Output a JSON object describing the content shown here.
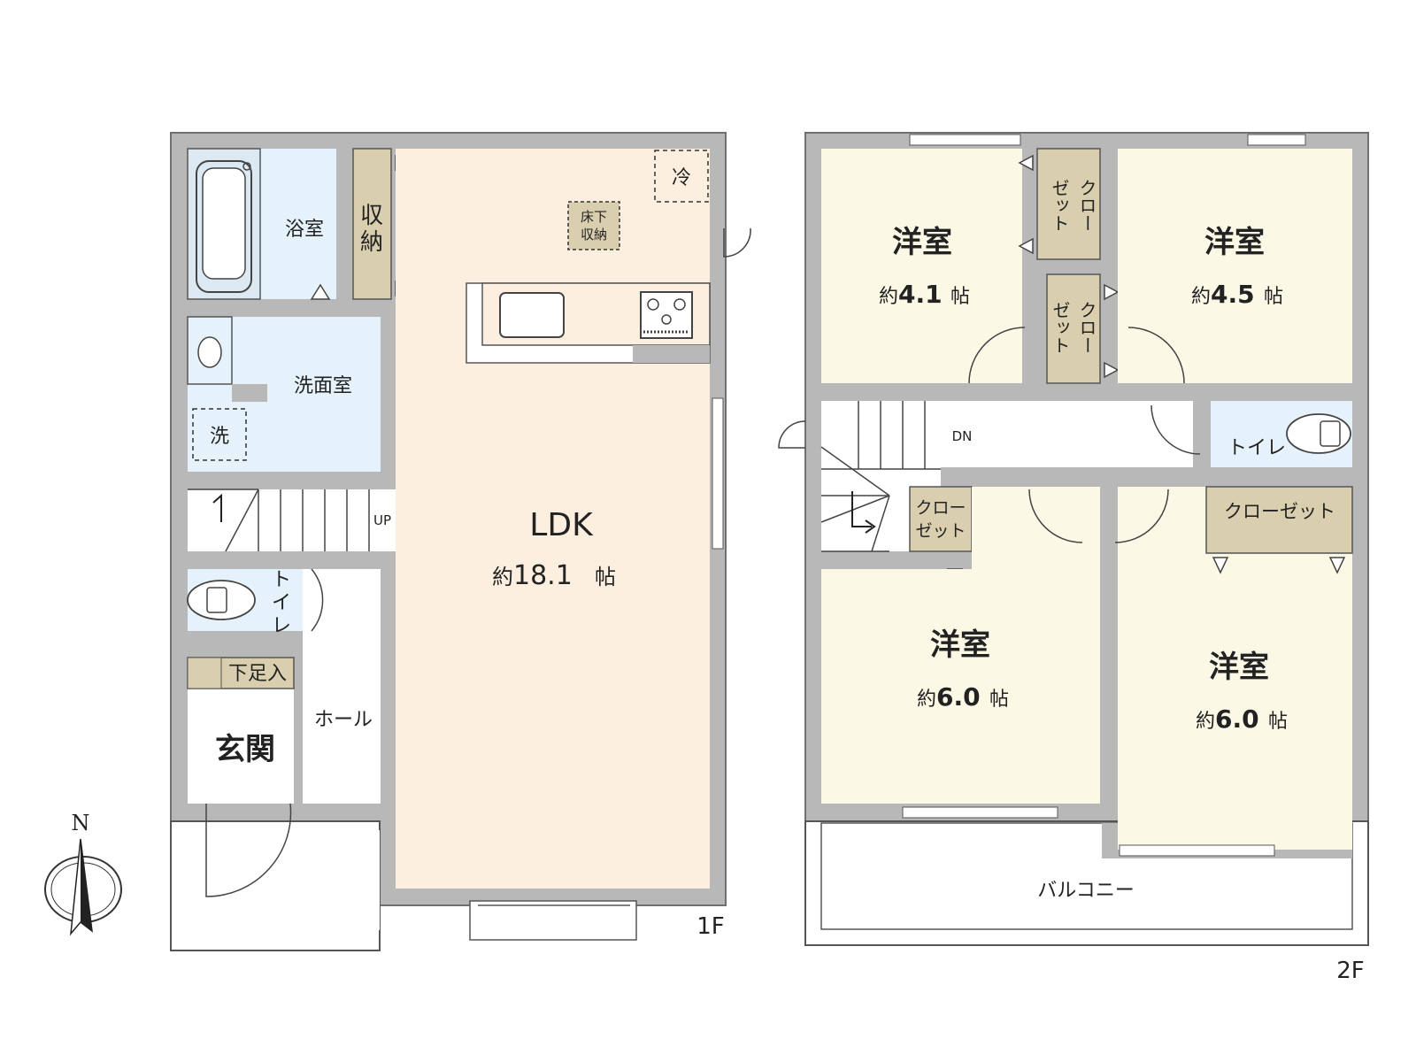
{
  "floor1": {
    "tag": "1F",
    "bath": "浴室",
    "storage": [
      "収",
      "納"
    ],
    "underfloor": [
      "床下",
      "収納"
    ],
    "fridge": "冷",
    "washroom": "洗面室",
    "washer": "洗",
    "stairs": "UP",
    "toilet": [
      "ト",
      "イ",
      "レ"
    ],
    "shoe": "下足入",
    "entrance": "玄関",
    "hall": "ホール",
    "ldk": {
      "name": "LDK",
      "prefix": "約",
      "size": "18.1",
      "unit": "帖"
    }
  },
  "floor2": {
    "tag": "2F",
    "stairs": "DN",
    "rooms": [
      {
        "name": "洋室",
        "prefix": "約",
        "size": "4.1",
        "unit": "帖"
      },
      {
        "name": "洋室",
        "prefix": "約",
        "size": "4.5",
        "unit": "帖"
      },
      {
        "name": "洋室",
        "prefix": "約",
        "size": "6.0",
        "unit": "帖"
      },
      {
        "name": "洋室",
        "prefix": "約",
        "size": "6.0",
        "unit": "帖"
      }
    ],
    "closet_v1": [
      "クロー",
      "ゼット"
    ],
    "closet_v2": [
      "クロー",
      "ゼット"
    ],
    "closet_small": [
      "クロー",
      "ゼット"
    ],
    "closet_wide": "クローゼット",
    "toilet": "トイレ",
    "balcony": "バルコニー"
  },
  "compass": "N",
  "colors": {
    "wall": "#b8b8b8",
    "wall_edge": "#707070",
    "wet": "#e5f2fb",
    "ldk": "#fcefe0",
    "room": "#fcf8e6",
    "storage": "#d9ceae",
    "hall": "#ffffff"
  }
}
